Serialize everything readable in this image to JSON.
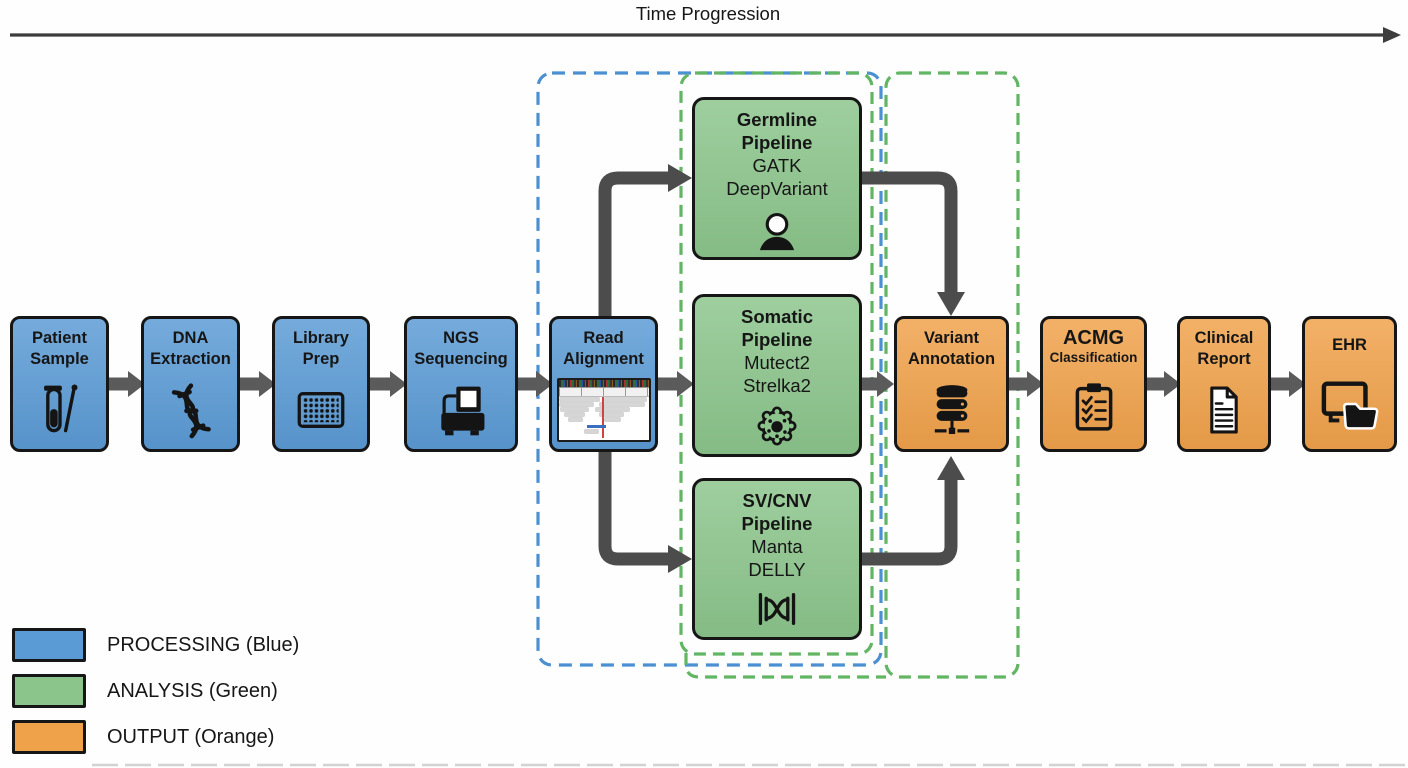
{
  "header": {
    "title": "Time Progression"
  },
  "nodes": {
    "patient_sample": {
      "label": "Patient\nSample",
      "icon": "test-tube-swab-icon",
      "stage": "PROCESSING"
    },
    "dna_extraction": {
      "label": "DNA\nExtraction",
      "icon": "dna-helix-icon",
      "stage": "PROCESSING"
    },
    "library_prep": {
      "label": "Library\nPrep",
      "icon": "microplate-icon",
      "stage": "PROCESSING"
    },
    "ngs_sequencing": {
      "label": "NGS\nSequencing",
      "icon": "sequencer-icon",
      "stage": "PROCESSING"
    },
    "read_alignment": {
      "label": "Read\nAlignment",
      "icon": "genome-browser-icon",
      "stage": "PROCESSING"
    },
    "germline_pipeline": {
      "label": "Germline\nPipeline",
      "tools": "GATK\nDeepVariant",
      "icon": "person-icon",
      "stage": "ANALYSIS"
    },
    "somatic_pipeline": {
      "label": "Somatic\nPipeline",
      "tools": "Mutect2\nStrelka2",
      "icon": "tumor-cell-icon",
      "stage": "ANALYSIS"
    },
    "sv_cnv_pipeline": {
      "label": "SV/CNV\nPipeline",
      "tools": "Manta\nDELLY",
      "icon": "dna-crossover-icon",
      "stage": "ANALYSIS"
    },
    "variant_annotation": {
      "label": "Variant\nAnnotation",
      "icon": "database-icon",
      "stage": "OUTPUT"
    },
    "acmg_classification": {
      "label": "ACMG",
      "sublabel": "Classification",
      "icon": "checklist-clipboard-icon",
      "stage": "OUTPUT"
    },
    "clinical_report": {
      "label": "Clinical\nReport",
      "icon": "report-document-icon",
      "stage": "OUTPUT"
    },
    "ehr": {
      "label": "EHR",
      "icon": "monitor-folder-icon",
      "stage": "OUTPUT"
    }
  },
  "legend": {
    "items": [
      {
        "label": "PROCESSING (Blue)",
        "color": "#5b9bd5"
      },
      {
        "label": "ANALYSIS (Green)",
        "color": "#8cc58c"
      },
      {
        "label": "OUTPUT (Orange)",
        "color": "#f0a24b"
      }
    ]
  },
  "colors": {
    "processing": "#5b9bd5",
    "analysis": "#8cc58c",
    "output": "#f0a24b",
    "arrow_dark": "#4c4c4c",
    "arrow_mid": "#5b5b5b",
    "dashed_blue": "#4a90d2",
    "dashed_green": "#62b563",
    "border": "#161616"
  }
}
